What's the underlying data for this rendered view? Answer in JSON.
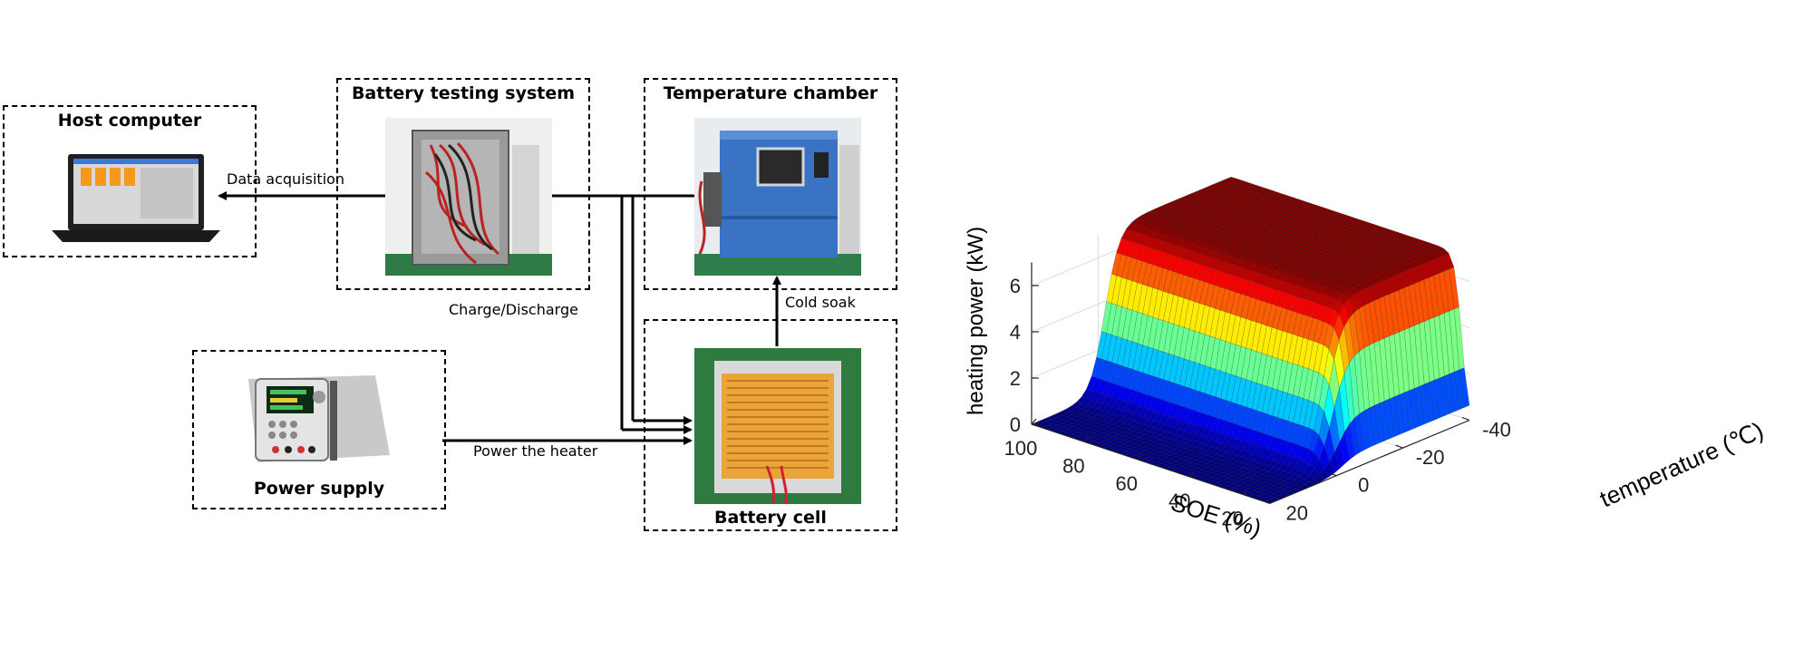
{
  "diagram": {
    "boxes": {
      "host_computer": "Host computer",
      "battery_testing_system": "Battery testing system",
      "temperature_chamber": "Temperature chamber",
      "power_supply": "Power supply",
      "battery_cell": "Battery cell"
    },
    "arrows": {
      "data_acquisition": "Data acquisition",
      "charge_discharge": "Charge/Discharge",
      "cold_soak": "Cold soak",
      "power_the_heater": "Power the heater"
    }
  },
  "chart_data": {
    "type": "surface",
    "zlabel": "heating power (kW)",
    "xlabel": "SOE (%)",
    "ylabel": "temperature (℃)",
    "z_ticks": [
      "0",
      "2",
      "4",
      "6"
    ],
    "soe_ticks": [
      "100",
      "80",
      "60",
      "40",
      "20"
    ],
    "temp_ticks": [
      "20",
      "0",
      "-20",
      "-40"
    ],
    "soe_range": [
      10,
      100
    ],
    "temp_range": [
      -40,
      20
    ],
    "zlim": [
      0,
      7
    ],
    "grid": true,
    "colormap": "jet",
    "shape": "heating power is ~0 kW at temperatures above about 0 ℃ and rises to ~7 kW at low temperatures; the low-SOE edge drops sharply to 0 near SOE 10-15 %"
  }
}
